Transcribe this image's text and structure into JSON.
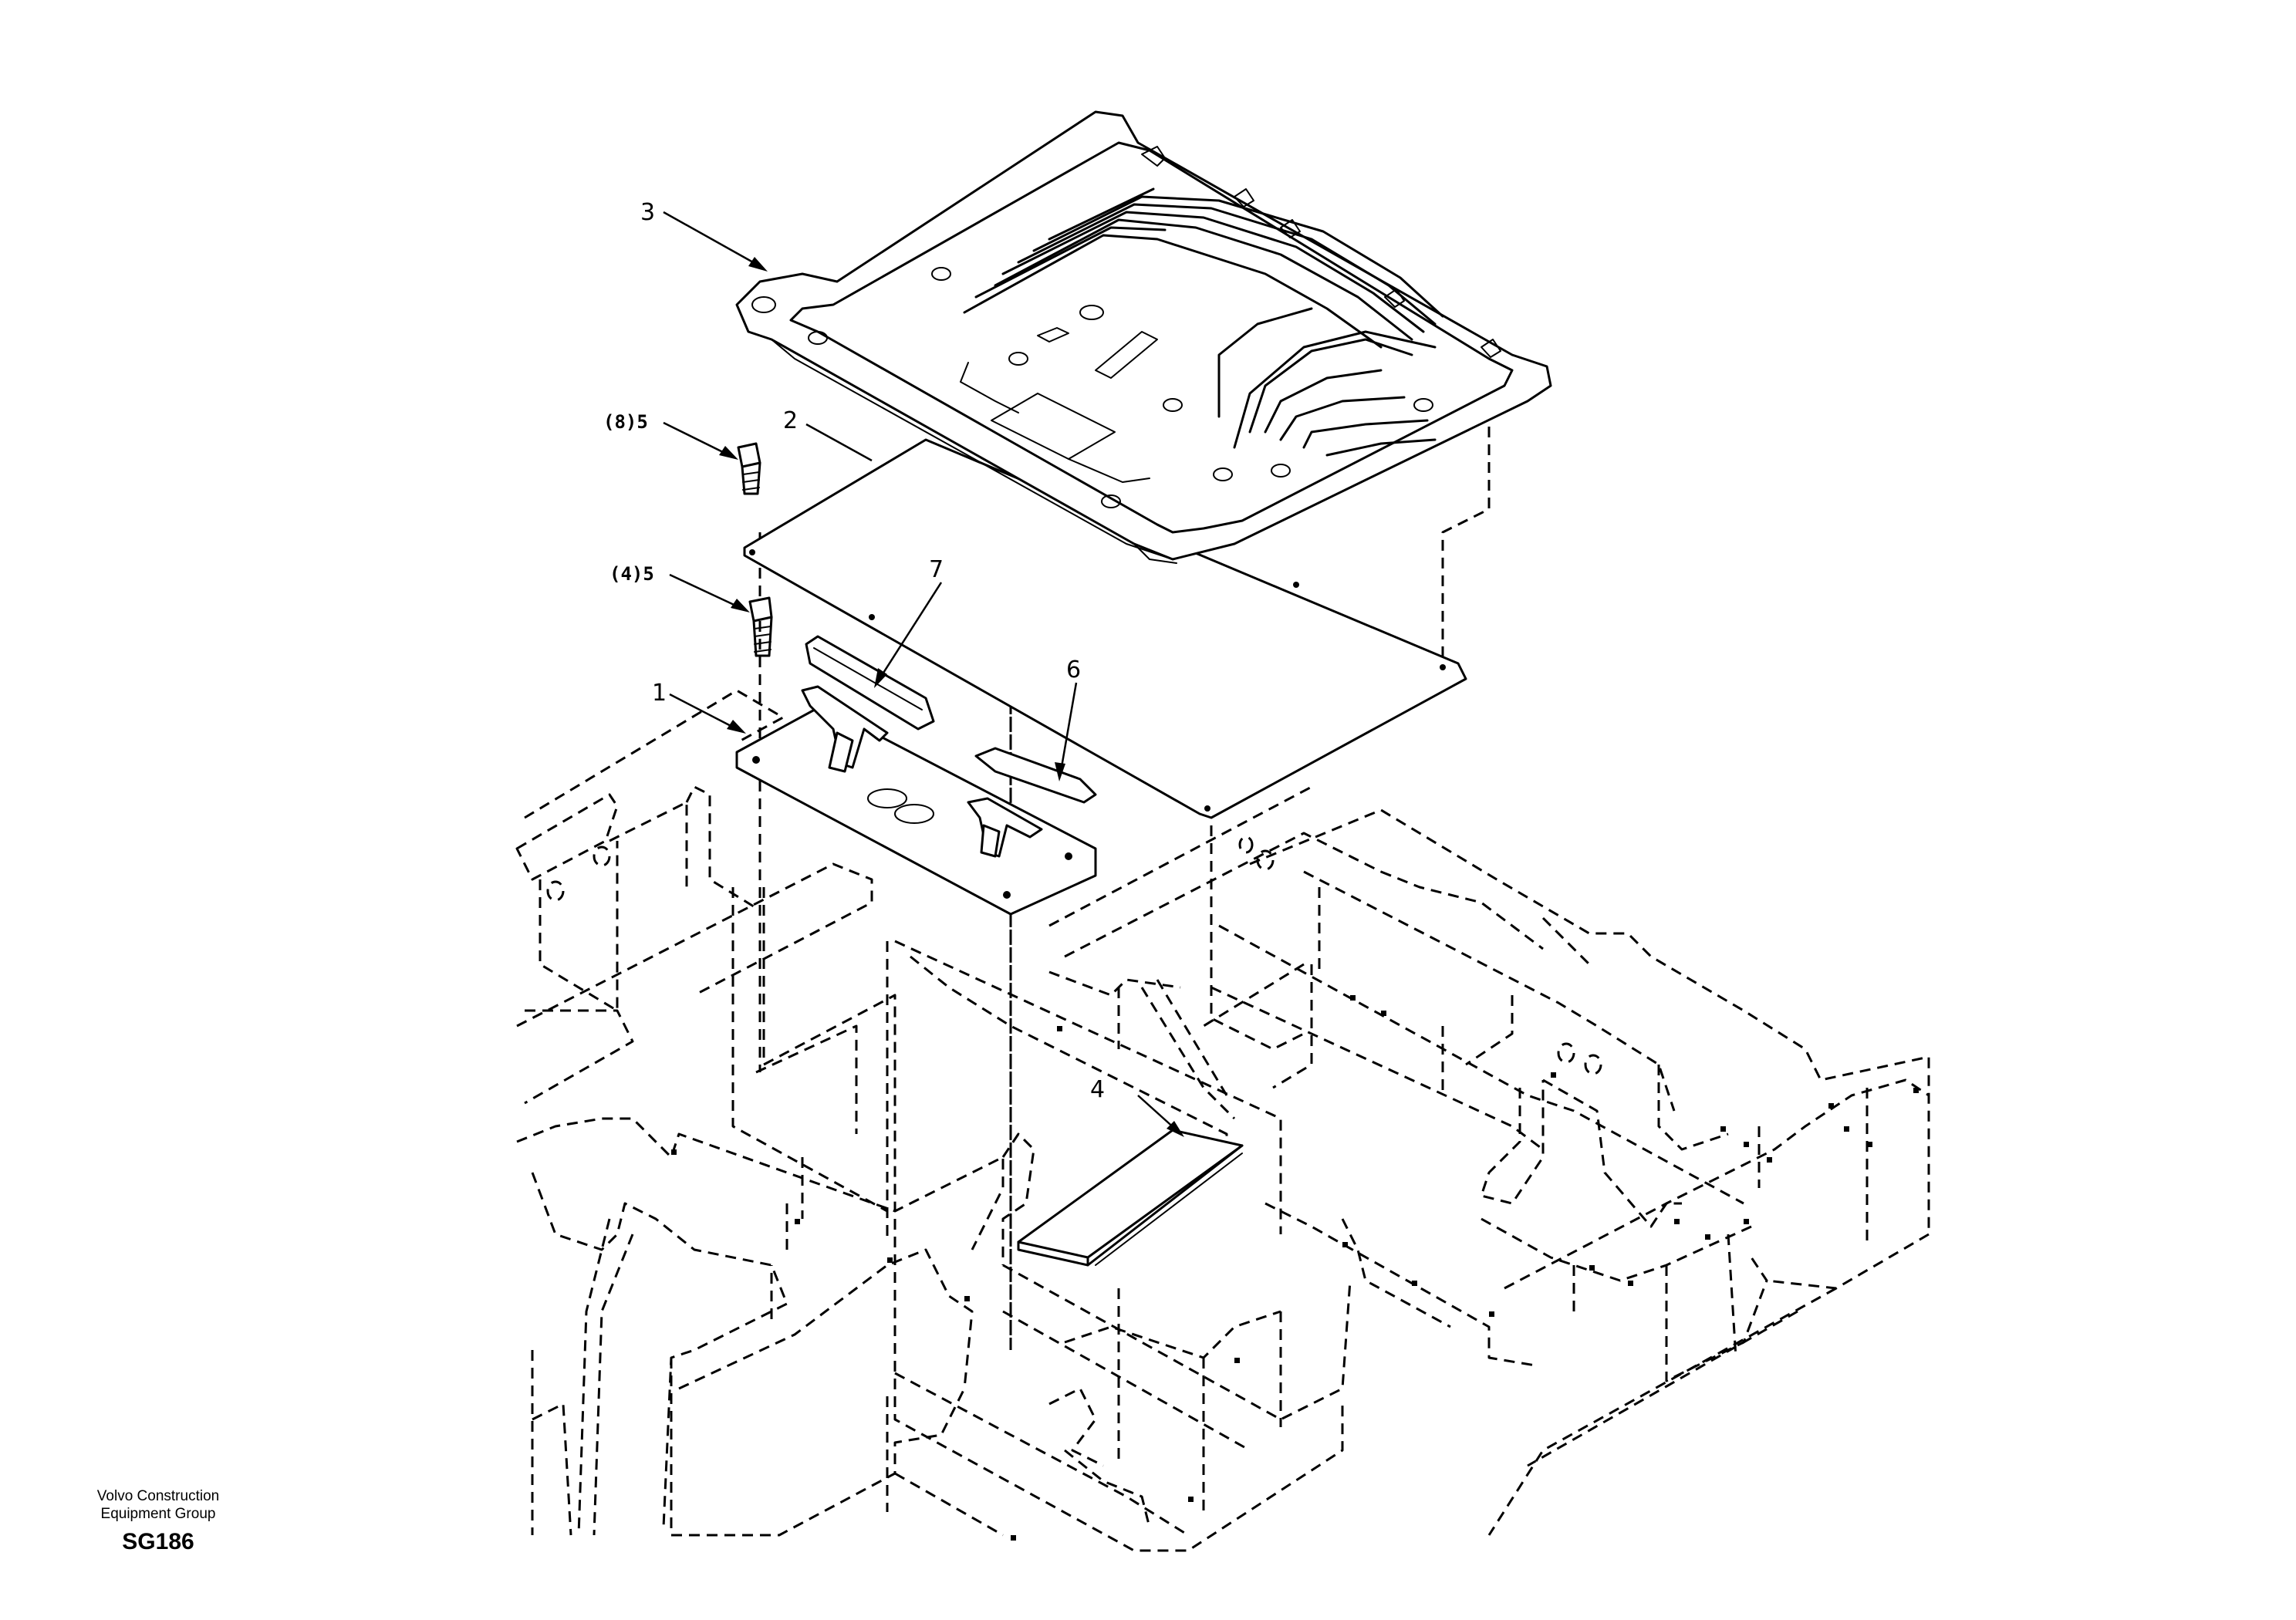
{
  "callouts": {
    "c1": "1",
    "c2": "2",
    "c3": "3",
    "c4": "4",
    "c5a": "(8)5",
    "c5b": "(4)5",
    "c6": "6",
    "c7": "7"
  },
  "footer": {
    "org_line1": "Volvo Construction",
    "org_line2": "Equipment Group",
    "code": "SG186"
  }
}
